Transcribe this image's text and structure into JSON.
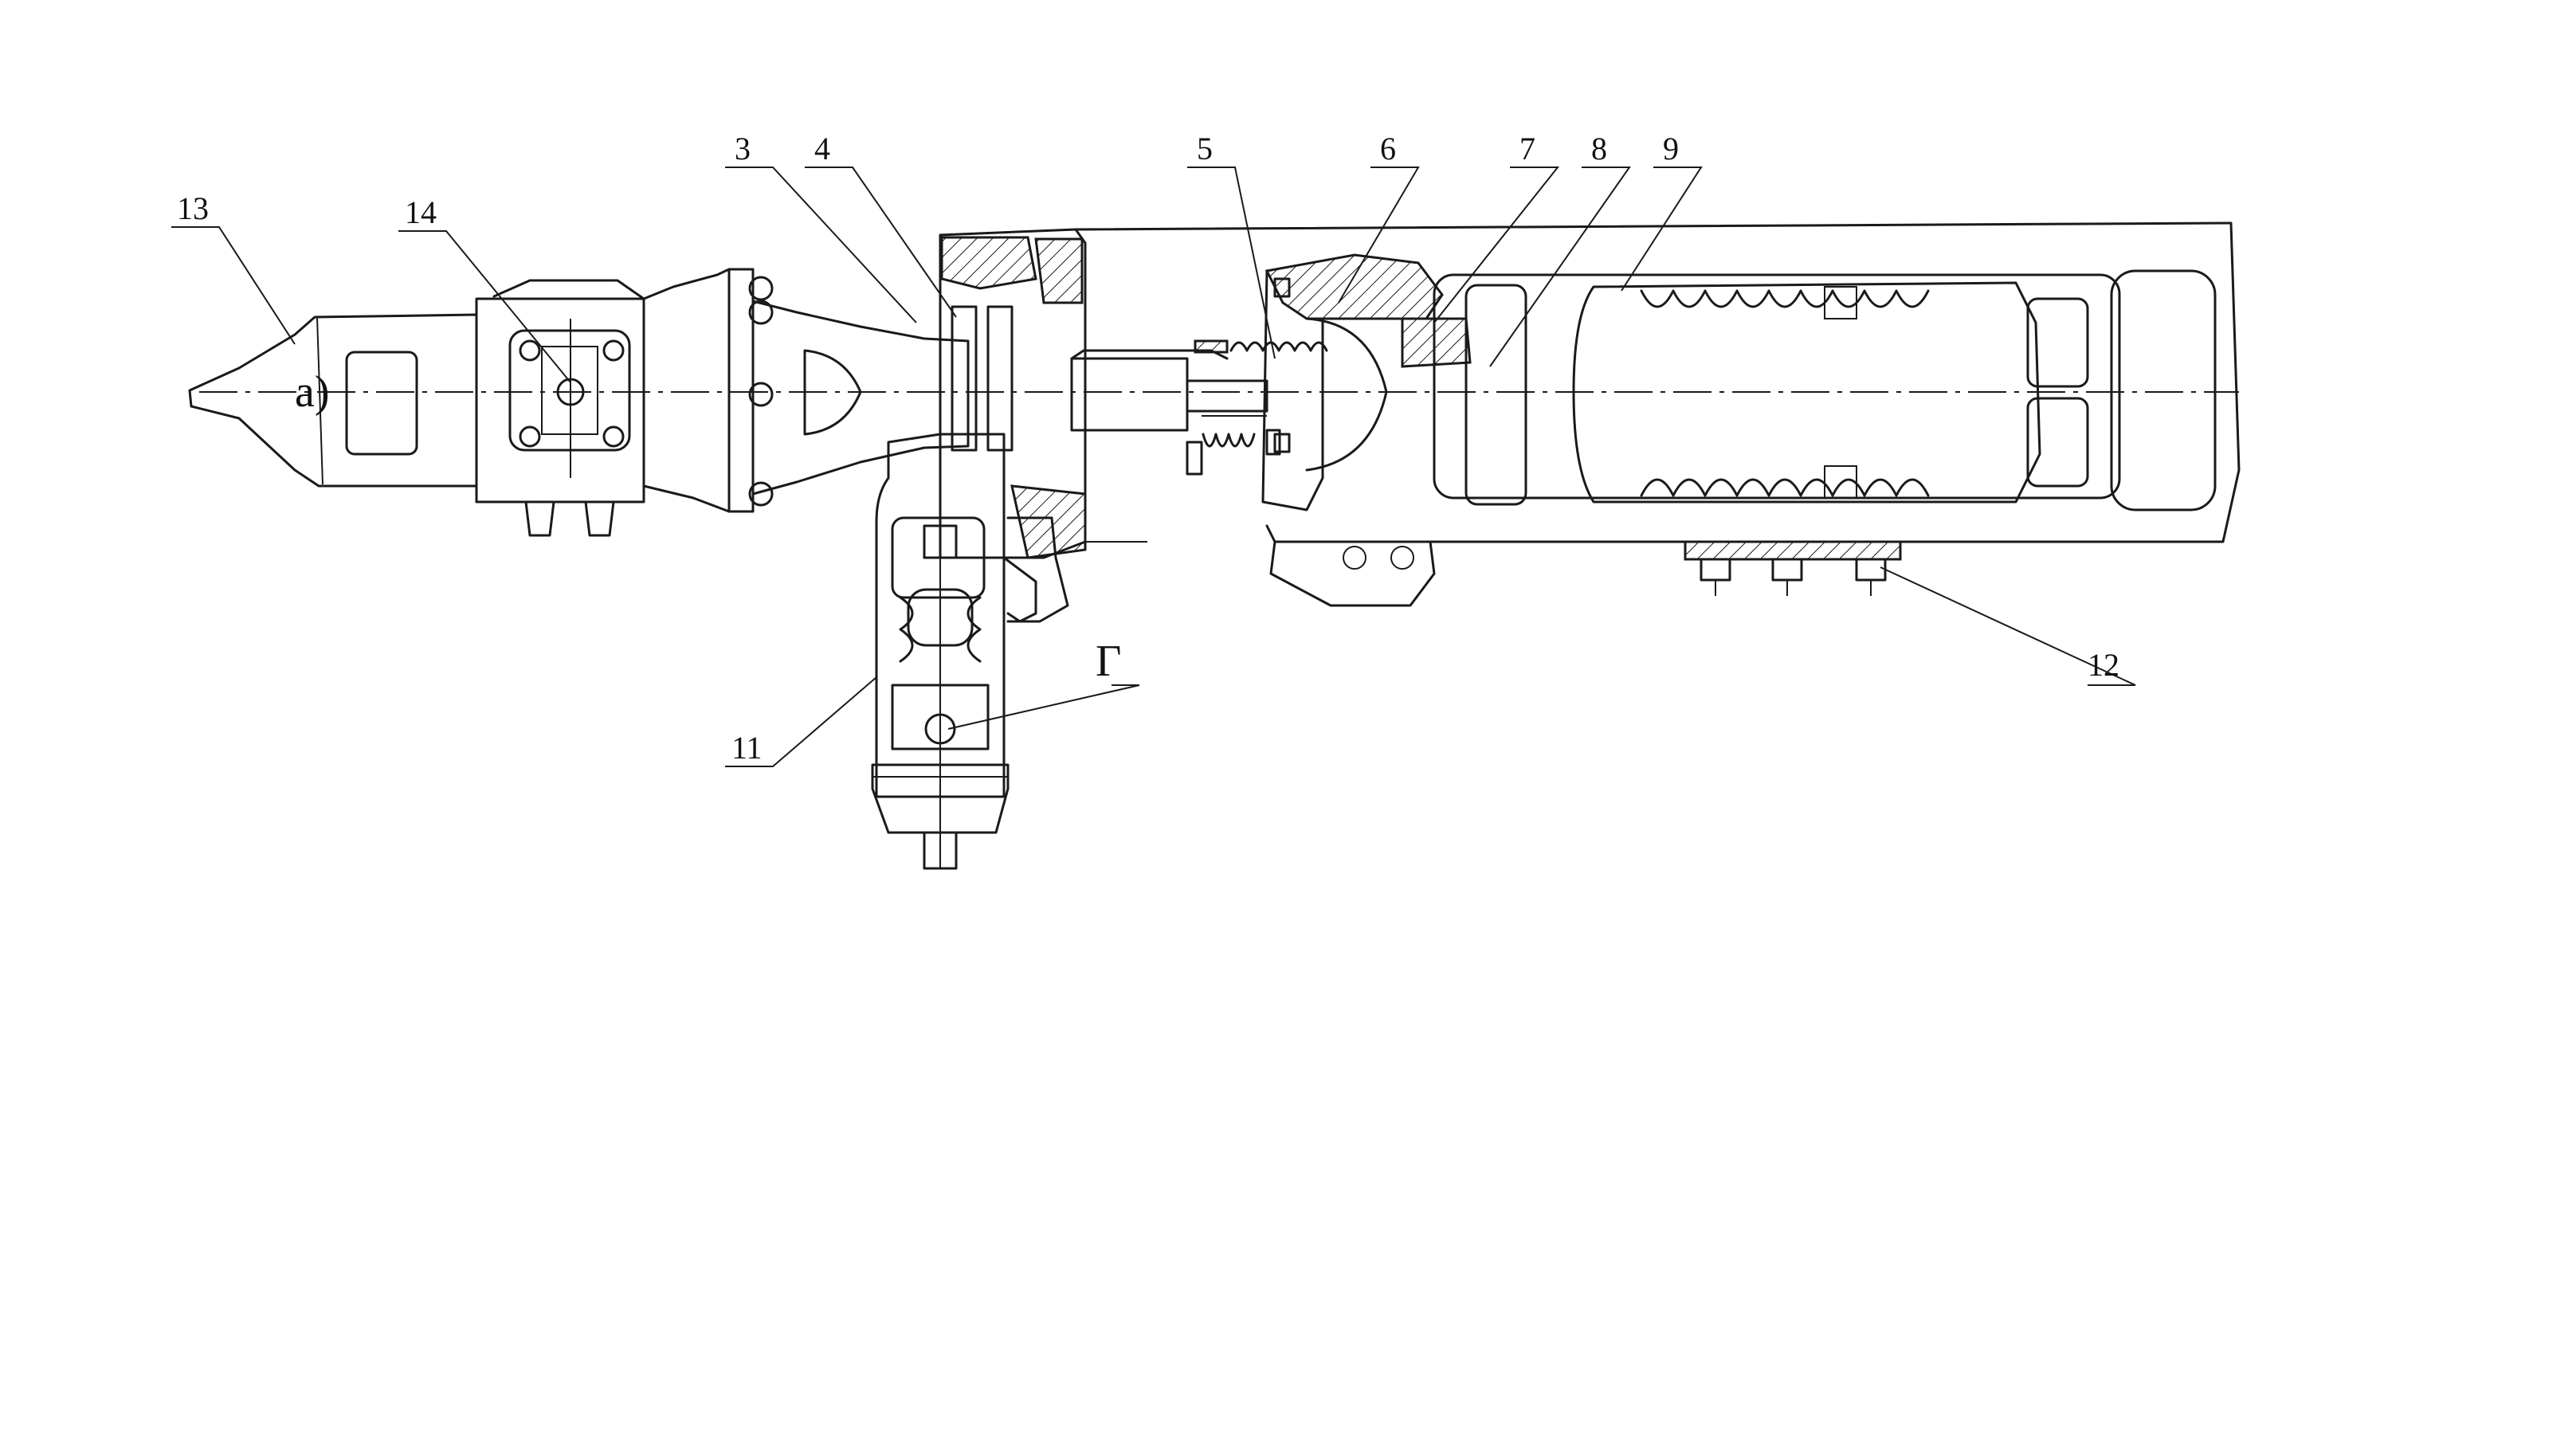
{
  "figure": {
    "view_label": "а)",
    "callouts": [
      {
        "id": "3",
        "text": "3"
      },
      {
        "id": "4",
        "text": "4"
      },
      {
        "id": "5",
        "text": "5"
      },
      {
        "id": "6",
        "text": "6"
      },
      {
        "id": "7",
        "text": "7"
      },
      {
        "id": "8",
        "text": "8"
      },
      {
        "id": "9",
        "text": "9"
      },
      {
        "id": "11",
        "text": "11"
      },
      {
        "id": "12",
        "text": "12"
      },
      {
        "id": "13",
        "text": "13"
      },
      {
        "id": "14",
        "text": "14"
      },
      {
        "id": "G",
        "text": "Г"
      }
    ]
  }
}
